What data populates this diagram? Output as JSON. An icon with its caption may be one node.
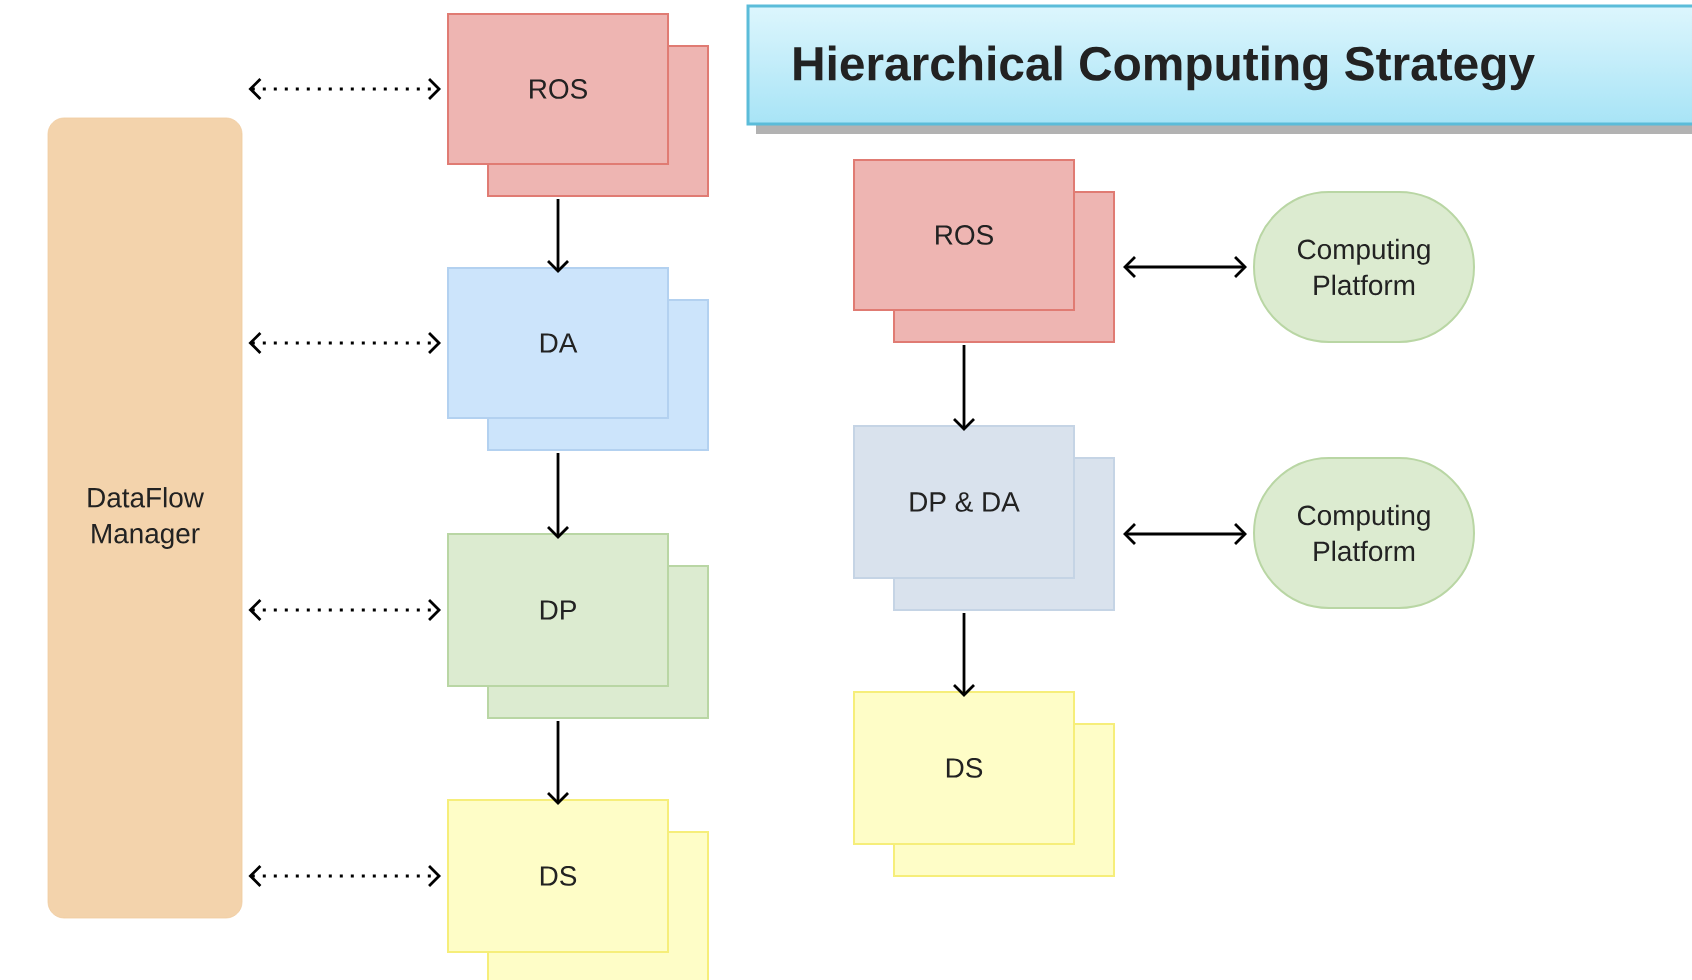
{
  "diagram": {
    "title": "Hierarchical Computing Strategy",
    "nodes": [
      {
        "text": [
          "DataFlow Manager"
        ]
      },
      {
        "text": [
          "ROS"
        ]
      },
      {
        "text": [
          "DA"
        ]
      },
      {
        "text": [
          "DP"
        ]
      },
      {
        "text": [
          "DS"
        ]
      },
      {
        "text": [
          "ROS"
        ]
      },
      {
        "text": [
          "Computing Platform"
        ]
      },
      {
        "text": [
          "DP & DA"
        ]
      },
      {
        "text": [
          "Computing Platform"
        ]
      },
      {
        "text": [
          "DS"
        ]
      }
    ],
    "edges": [
      {
        "from": 0,
        "to": 1,
        "arrow": "both",
        "style": "dashed"
      },
      {
        "from": 0,
        "to": 2,
        "arrow": "both",
        "style": "dashed"
      },
      {
        "from": 0,
        "to": 3,
        "arrow": "both",
        "style": "dashed"
      },
      {
        "from": 0,
        "to": 4,
        "arrow": "both",
        "style": "dashed"
      },
      {
        "from": 1,
        "to": 2,
        "arrow": "to"
      },
      {
        "from": 2,
        "to": 3,
        "arrow": "to"
      },
      {
        "from": 3,
        "to": 4,
        "arrow": "to"
      },
      {
        "from": 5,
        "to": 6,
        "arrow": "both"
      },
      {
        "from": 5,
        "to": 7,
        "arrow": "to"
      },
      {
        "from": 7,
        "to": 8,
        "arrow": "both"
      },
      {
        "from": 7,
        "to": 9,
        "arrow": "to"
      }
    ]
  }
}
